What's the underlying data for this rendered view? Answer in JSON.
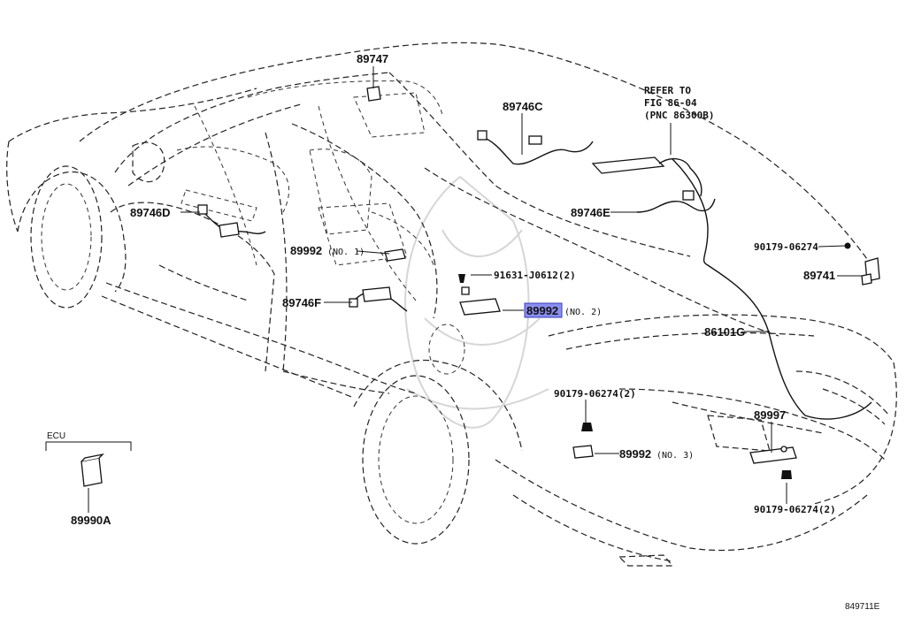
{
  "diagram": {
    "figure_code": "849711E",
    "callouts": {
      "p89747": "89747",
      "p89746C": "89746C",
      "refer_line1": "REFER TO",
      "refer_line2": "FIG 86-04",
      "refer_line3": "(PNC 86300B)",
      "p89746D": "89746D",
      "p89746E": "89746E",
      "p89992_1": "89992",
      "p89992_1_qty": "(NO. 1)",
      "p91631": "91631-J0612(2)",
      "p90179_a": "90179-06274",
      "p89741": "89741",
      "p89746F": "89746F",
      "p89992_2": "89992",
      "p89992_2_qty": "(NO. 2)",
      "p86101G": "86101G",
      "p90179_b": "90179-06274(2)",
      "p89997": "89997",
      "p89992_3": "89992",
      "p89992_3_qty": "(NO. 3)",
      "p90179_c": "90179-06274(2)",
      "ecu_label": "ECU",
      "p89990A": "89990A"
    },
    "highlight_color": "#8a8ef0"
  }
}
